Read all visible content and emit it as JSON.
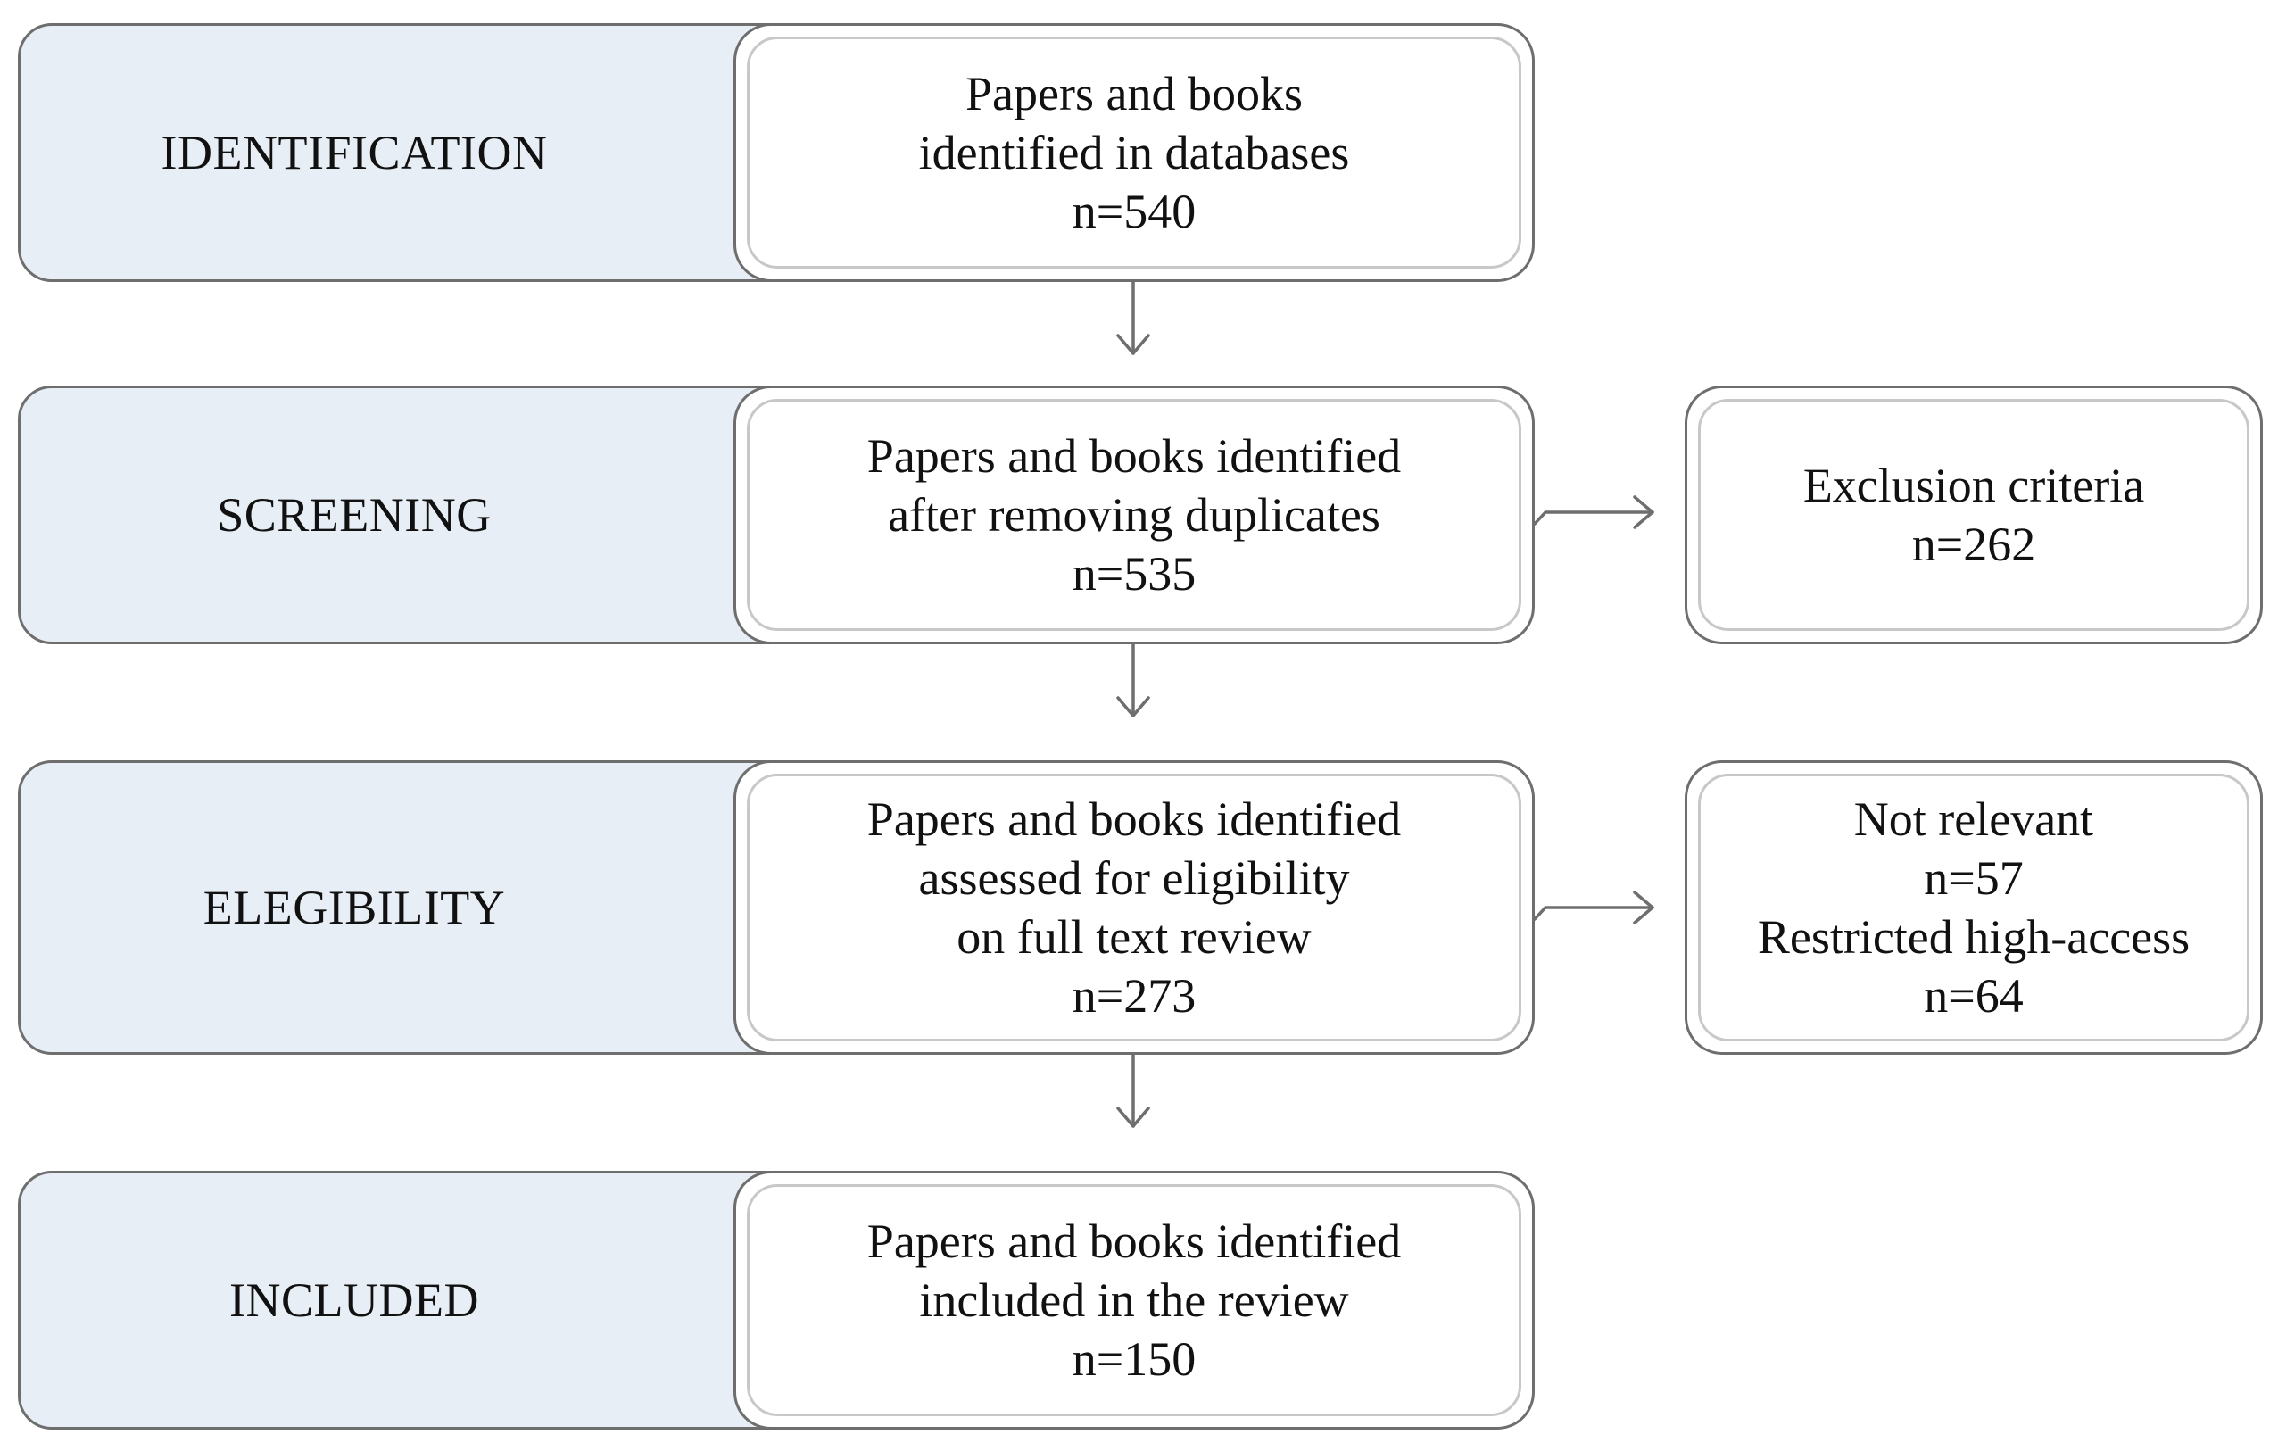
{
  "stages": [
    {
      "label": "IDENTIFICATION",
      "box": {
        "lines": [
          "Papers and books",
          "identified in databases",
          "n=540"
        ]
      }
    },
    {
      "label": "SCREENING",
      "box": {
        "lines": [
          "Papers and books identified",
          "after removing duplicates",
          "n=535"
        ]
      },
      "side": {
        "lines": [
          "Exclusion criteria",
          "n=262"
        ]
      }
    },
    {
      "label": "ELEGIBILITY",
      "box": {
        "lines": [
          "Papers and books identified",
          "assessed for eligibility",
          "on full text review",
          "n=273"
        ]
      },
      "side": {
        "lines": [
          "Not relevant",
          "n=57",
          "Restricted high-access",
          "n=64"
        ]
      }
    },
    {
      "label": "INCLUDED",
      "box": {
        "lines": [
          "Papers and books identified",
          "included in the review",
          "n=150"
        ]
      }
    }
  ]
}
